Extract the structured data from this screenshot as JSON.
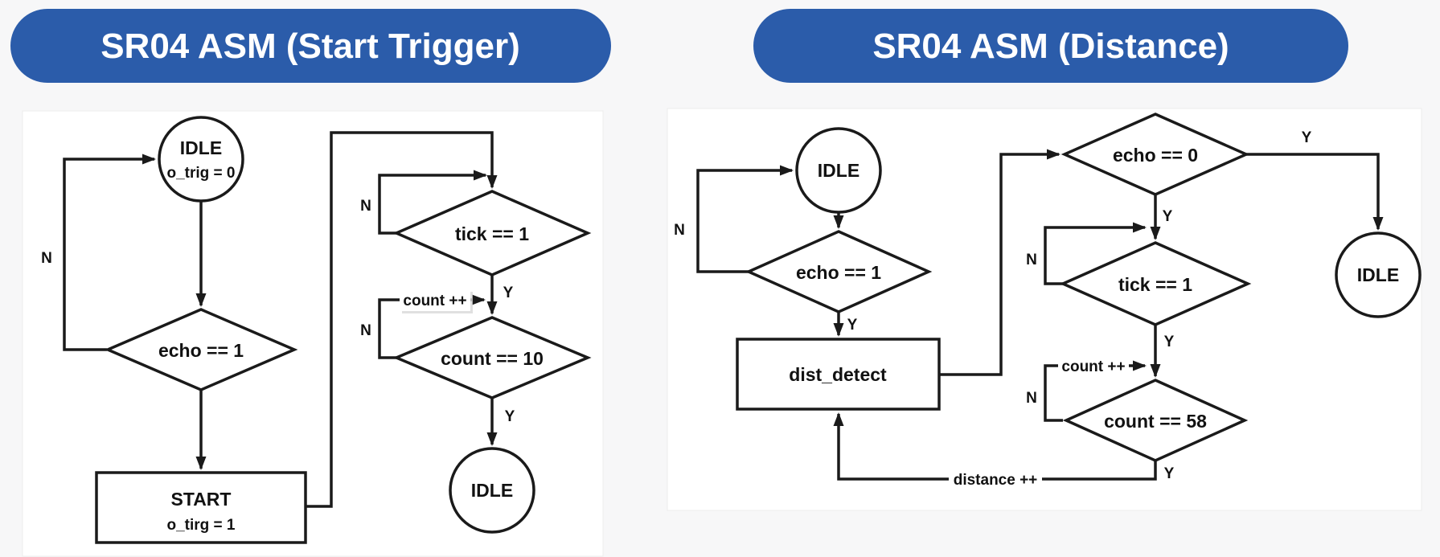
{
  "theme": {
    "background": "#f7f7f8",
    "panel": "#ffffff",
    "accent": "#2b5caa",
    "line": "#1a1a1a",
    "title_text": "#ffffff"
  },
  "left": {
    "title": "SR04 ASM (Start Trigger)",
    "nodes": {
      "idle_top": {
        "line1": "IDLE",
        "line2": "o_trig = 0"
      },
      "echo": "echo == 1",
      "start": {
        "line1": "START",
        "line2": "o_tirg = 1"
      },
      "tick": "tick == 1",
      "count": "count == 10",
      "idle_end": "IDLE"
    },
    "labels": {
      "n_idle_loop": "N",
      "n_tick_loop": "N",
      "n_count_loop": "N",
      "y_tick": "Y",
      "y_count": "Y",
      "count_inc": "count ++"
    }
  },
  "right": {
    "title": "SR04 ASM (Distance)",
    "nodes": {
      "idle_top": "IDLE",
      "echo1": "echo == 1",
      "dist_detect": "dist_detect",
      "echo0": "echo == 0",
      "idle_end": "IDLE",
      "tick": "tick == 1",
      "count": "count == 58"
    },
    "labels": {
      "n_idle_loop": "N",
      "y_echo1": "Y",
      "y_echo0_right": "Y",
      "y_echo0_down": "Y",
      "n_tick_loop": "N",
      "y_tick": "Y",
      "n_count_loop": "N",
      "count_inc": "count ++",
      "y_count": "Y",
      "distance_inc": "distance ++"
    }
  }
}
